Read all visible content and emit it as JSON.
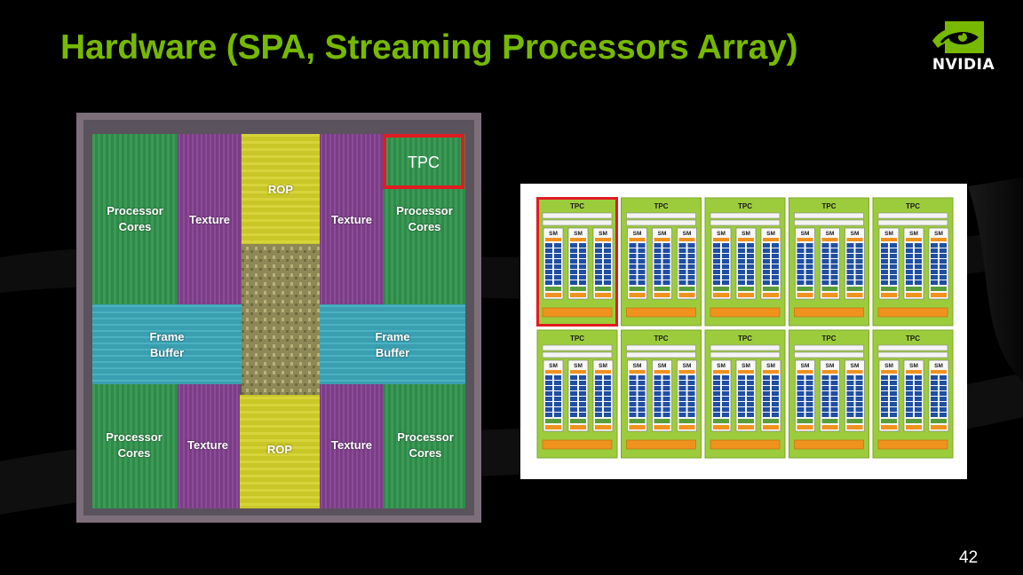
{
  "slide": {
    "title": "Hardware (SPA, Streaming Processors Array)",
    "page_number": "42",
    "accent_color": "#76b900"
  },
  "logo": {
    "text": "NVIDIA",
    "icon": "nvidia-eye-icon"
  },
  "die_photo": {
    "highlight_label": "TPC",
    "highlight_color": "#e11b22",
    "blocks": [
      {
        "id": "pc-tl",
        "lines": [
          "Processor",
          "Cores"
        ]
      },
      {
        "id": "tex-tl",
        "lines": [
          "Texture"
        ]
      },
      {
        "id": "rop-top",
        "lines": [
          "ROP"
        ]
      },
      {
        "id": "tex-tr",
        "lines": [
          "Texture"
        ]
      },
      {
        "id": "pc-tr",
        "lines": [
          "Processor",
          "Cores"
        ]
      },
      {
        "id": "fb-left",
        "lines": [
          "Frame",
          "Buffer"
        ]
      },
      {
        "id": "fb-right",
        "lines": [
          "Frame",
          "Buffer"
        ]
      },
      {
        "id": "pc-bl",
        "lines": [
          "Processor",
          "Cores"
        ]
      },
      {
        "id": "tex-bl",
        "lines": [
          "Texture"
        ]
      },
      {
        "id": "rop-bottom",
        "lines": [
          "ROP"
        ]
      },
      {
        "id": "tex-br",
        "lines": [
          "Texture"
        ]
      },
      {
        "id": "pc-br",
        "lines": [
          "Processor",
          "Cores"
        ]
      }
    ]
  },
  "block_diagram": {
    "tpc_label": "TPC",
    "sm_label": "SM",
    "rows": 2,
    "tpcs_per_row": 5,
    "sms_per_tpc": 3,
    "highlighted_tpc": 0
  }
}
